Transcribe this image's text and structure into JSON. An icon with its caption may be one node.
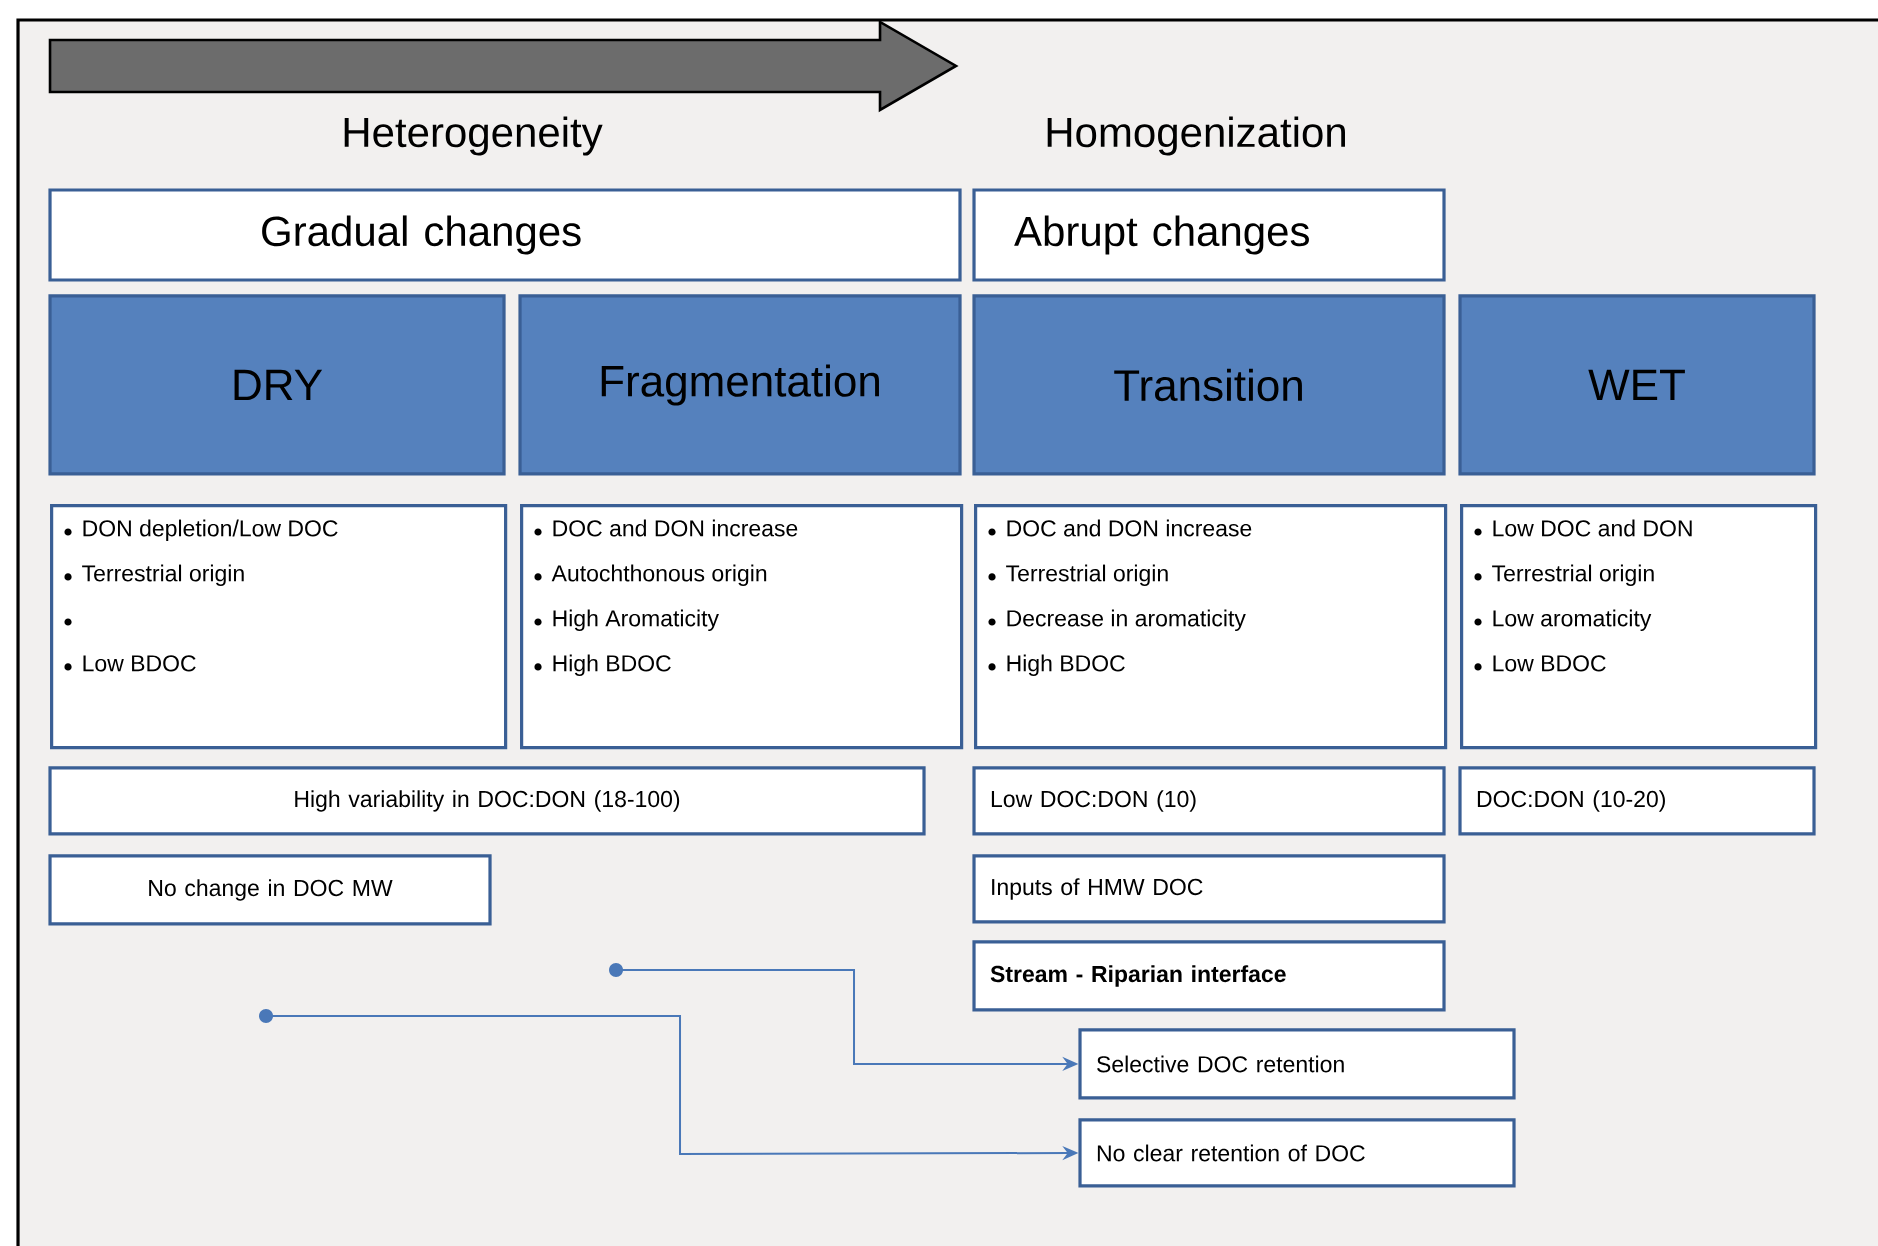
{
  "diagram": {
    "nodes": [
      {
        "text": [
          "Gradual changes"
        ]
      },
      {
        "text": [
          "Abrupt changes"
        ]
      },
      {
        "text": [
          "DRY"
        ]
      },
      {
        "text": [
          "Fragmentation"
        ]
      },
      {
        "text": [
          "Transition"
        ]
      },
      {
        "text": [
          "WET"
        ]
      },
      {
        "text": [
          "DON depletion/Low DOC",
          "Terrestrial origin",
          "Low BDOC"
        ]
      },
      {
        "text": [
          "DOC and DON increase",
          "Autochthonous origin",
          "High Aromaticity",
          "High BDOC"
        ]
      },
      {
        "text": [
          "DOC and DON increase",
          "Terrestrial origin",
          "Decrease in aromaticity",
          "High BDOC"
        ]
      },
      {
        "text": [
          "Low DOC and DON",
          "Terrestrial origin",
          "Low aromaticity",
          "Low BDOC"
        ]
      },
      {
        "text": [
          "High variability in DOC:DON (18-100)"
        ]
      },
      {
        "text": [
          "Low DOC:DON (10)"
        ]
      },
      {
        "text": [
          "DOC:DON (10-20)"
        ]
      },
      {
        "text": [
          "No change in DOC MW"
        ]
      },
      {
        "text": [
          "Inputs of HMW DOC"
        ]
      },
      {
        "text": [
          "Stream - Riparian interface"
        ]
      },
      {
        "text": [
          "Selective DOC retention"
        ]
      },
      {
        "text": [
          "No clear retention of DOC"
        ]
      }
    ],
    "edges": [
      {
        "from": null,
        "to": 16,
        "arrow": "to"
      },
      {
        "from": null,
        "to": 17,
        "arrow": "to"
      }
    ],
    "labels": [
      "Heterogeneity",
      "Homogenization"
    ]
  }
}
